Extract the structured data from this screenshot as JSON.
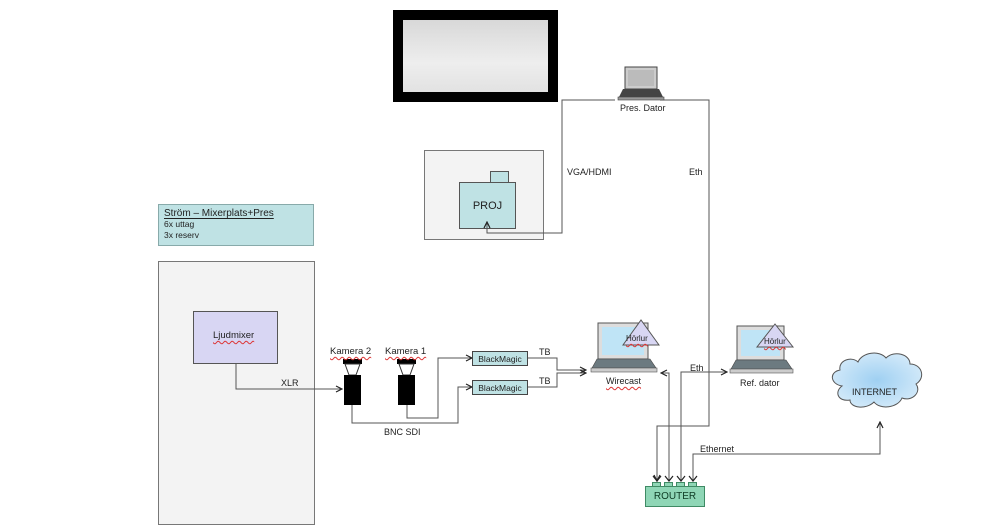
{
  "screen": {
    "label": ""
  },
  "power_box": {
    "title": "Ström – Mixerplats+Pres",
    "line1": "6x uttag",
    "line2": "3x reserv"
  },
  "devices": {
    "projector": "PROJ",
    "pres_computer": "Pres. Dator",
    "mixer": "Ljudmixer",
    "camera2": "Kamera 2",
    "camera1": "Kamera 1",
    "blackmagic1": "BlackMagic",
    "blackmagic2": "BlackMagic",
    "wirecast": "Wirecast",
    "ref_computer": "Ref. dator",
    "headphones1": "Hörlur",
    "headphones2": "Hörlur",
    "router": "ROUTER",
    "internet": "INTERNET"
  },
  "connections": {
    "vga": "VGA/HDMI",
    "eth_pres": "Eth",
    "xlr": "XLR",
    "bnc": "BNC SDI",
    "tb1": "TB",
    "tb2": "TB",
    "eth_ref": "Eth",
    "ethernet": "Ethernet"
  },
  "colors": {
    "teal_box": "#bfe2e4",
    "mixer": "#d8d6f3",
    "router": "#8fd6b6",
    "cloud": "#bfe0f5",
    "laptop_screen": "#bfe4f6"
  }
}
